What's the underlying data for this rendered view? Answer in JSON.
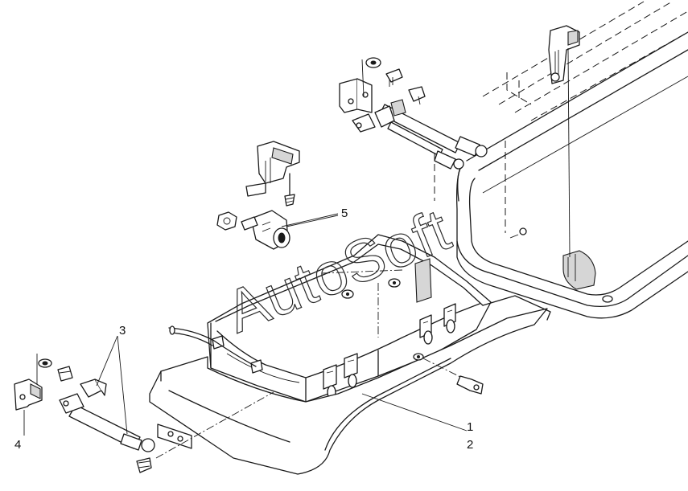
{
  "watermark": "AutoSoft",
  "callouts": {
    "c1": "1",
    "c2": "2",
    "c3": "3",
    "c4": "4",
    "c5": "5"
  }
}
